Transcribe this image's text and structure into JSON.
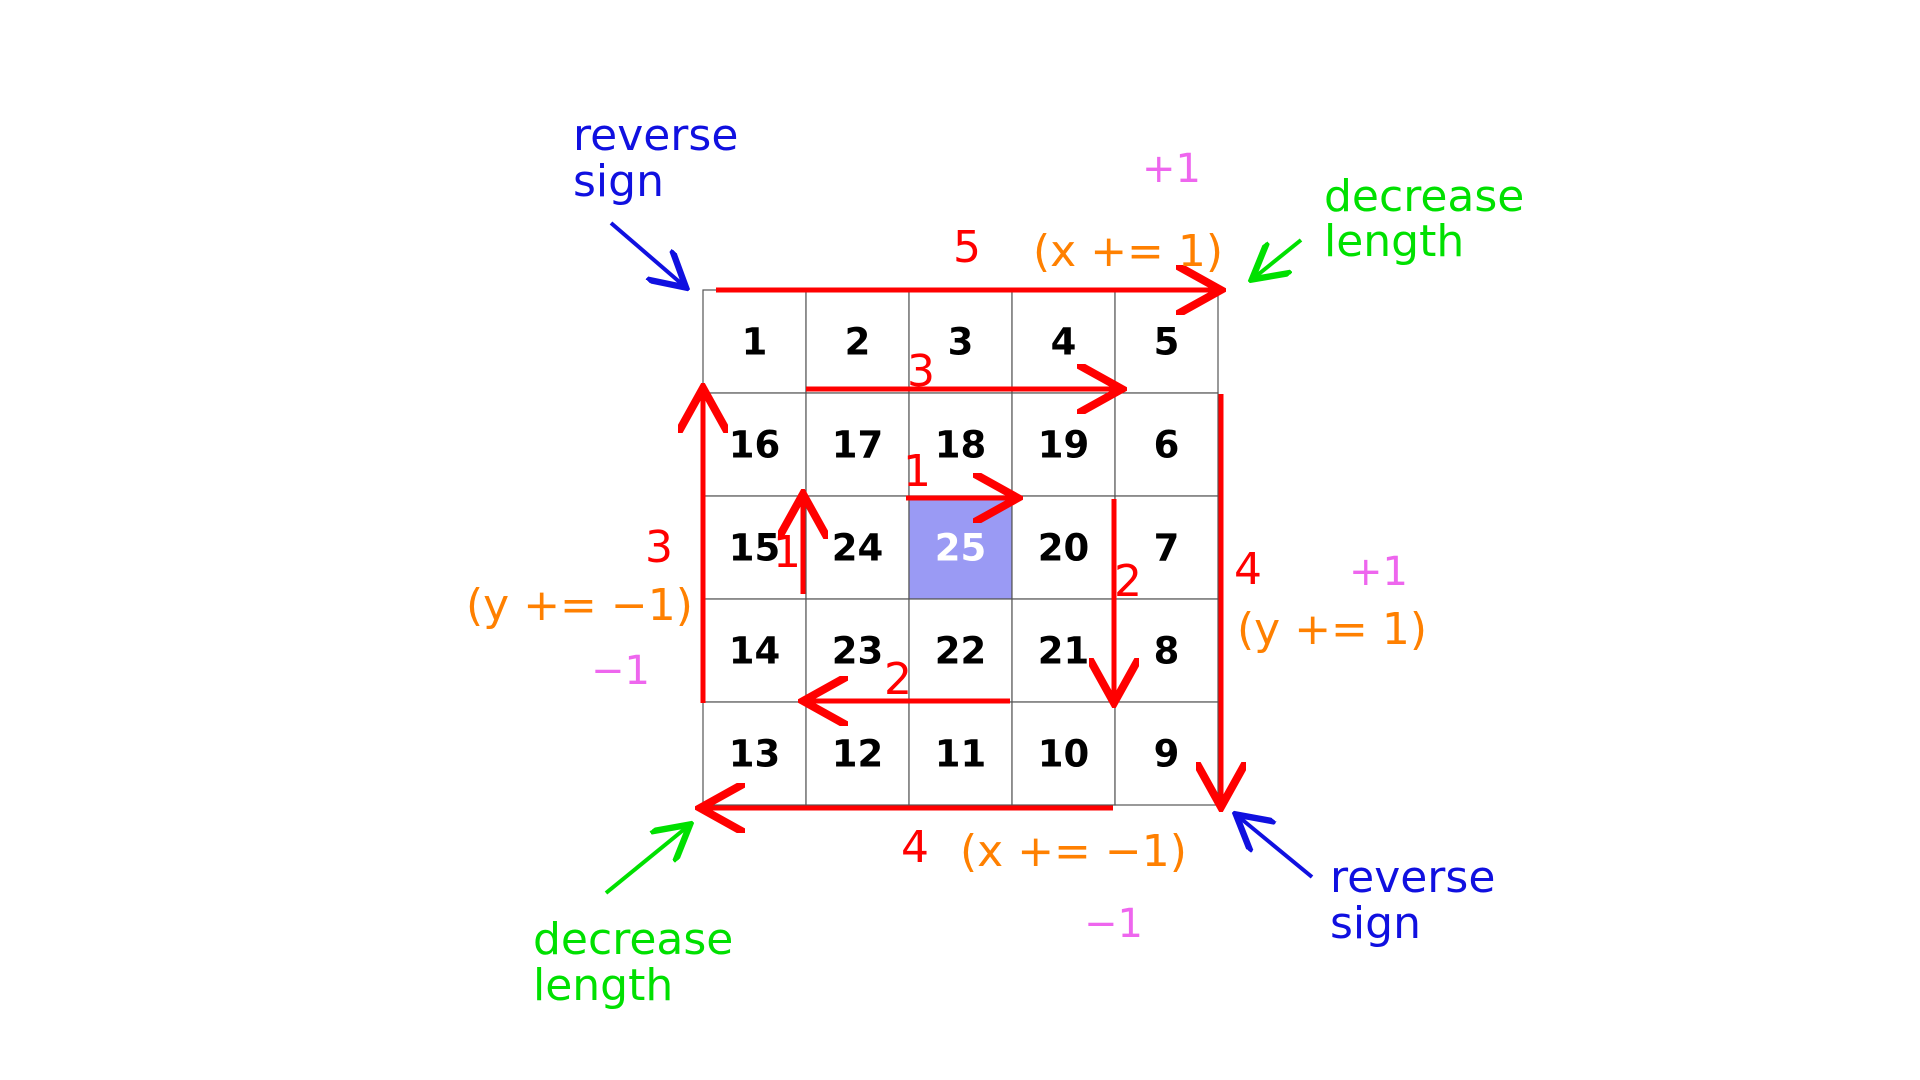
{
  "grid": {
    "rows": [
      [
        1,
        2,
        3,
        4,
        5
      ],
      [
        16,
        17,
        18,
        19,
        6
      ],
      [
        15,
        24,
        25,
        20,
        7
      ],
      [
        14,
        23,
        22,
        21,
        8
      ],
      [
        13,
        12,
        11,
        10,
        9
      ]
    ],
    "highlighted_cell": 25,
    "highlight_color": "#9a9af4",
    "highlight_text_color": "#ffffff"
  },
  "colors": {
    "arrow": "#ff0000",
    "step_label": "#ff0000",
    "increment": "#ff8000",
    "sign": "#ee66ee",
    "reverse": "#1010e0",
    "decrease": "#00e000"
  },
  "steps": {
    "top": "5",
    "right": "4",
    "bottom": "4",
    "left": "3",
    "inner_top": "3",
    "inner_right": "2",
    "inner_bottom": "2",
    "inner_left": "1",
    "center": "1"
  },
  "increments": {
    "top": "(x += 1)",
    "right": "(y += 1)",
    "bottom": "(x += −1)",
    "left": "(y += −1)"
  },
  "signs": {
    "top": "+1",
    "right": "+1",
    "bottom": "−1",
    "left": "−1"
  },
  "callouts": {
    "top_left": {
      "line1": "reverse",
      "line2": "sign"
    },
    "top_right": {
      "line1": "decrease",
      "line2": "length"
    },
    "bottom_right": {
      "line1": "reverse",
      "line2": "sign"
    },
    "bottom_left": {
      "line1": "decrease",
      "line2": "length"
    }
  }
}
